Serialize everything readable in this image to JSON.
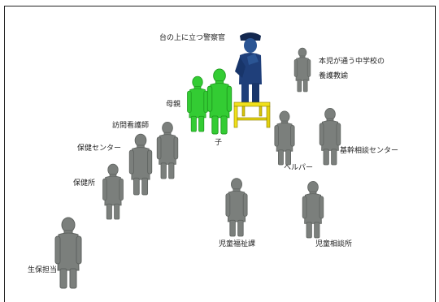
{
  "diagram": {
    "labels": {
      "officer": "台の上に立つ警察官",
      "teacher_line1": "本児が通う中学校の",
      "teacher_line2": "養護教諭",
      "mother": "母親",
      "child": "子",
      "visiting_nurse": "訪問看護師",
      "health_center": "保健センター",
      "helper": "ヘルパー",
      "core_center": "基幹相談センター",
      "health_office": "保健所",
      "child_welfare_section": "児童福祉課",
      "child_guidance_center": "児童相談所",
      "welfare_staff": "生保担当"
    },
    "colors": {
      "gray": "#7b7f7c",
      "gray_dark": "#5e625f",
      "green": "#33cc33",
      "green_dark": "#1f9a1f",
      "officer": "#1f3f7a",
      "platform": "#f0e01a"
    }
  }
}
